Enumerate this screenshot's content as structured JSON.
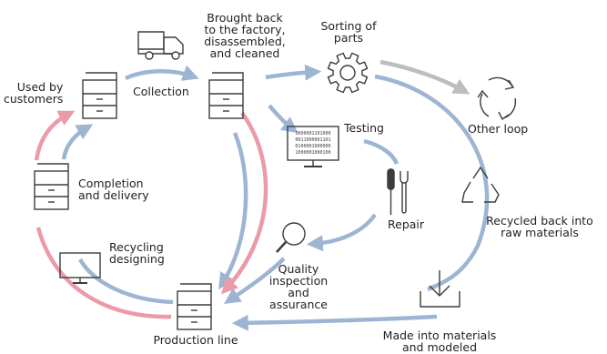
{
  "labels": {
    "used_by_customers": "Used by\ncustomers",
    "collection": "Collection",
    "brought_back": "Brought back\nto the factory,\ndisassembled,\nand cleaned",
    "sorting": "Sorting of\nparts",
    "other_loop": "Other loop",
    "testing": "Testing",
    "repair": "Repair",
    "recycled_back": "Recycled back into\nraw materials",
    "completion": "Completion\nand delivery",
    "recycling_designing": "Recycling\ndesigning",
    "quality": "Quality\ninspection\nand\nassurance",
    "made_into": "Made into materials\nand modeled",
    "production_line": "Production line",
    "binary_lines": [
      "1000001101000",
      "0011000001101",
      "0100001000000",
      "1000001000100"
    ]
  },
  "colors": {
    "blue_arrow": "#9db5d3",
    "pink_arrow": "#eb9aa8",
    "gray_arrow": "#bdbdbd",
    "icon_stroke": "#3c3c3c"
  },
  "icons": [
    "truck-icon",
    "printer-icon",
    "gear-icon",
    "recycle-loop-icon",
    "monitor-icon",
    "tools-icon",
    "recycle-triangle-icon",
    "magnifier-icon",
    "download-tray-icon"
  ]
}
